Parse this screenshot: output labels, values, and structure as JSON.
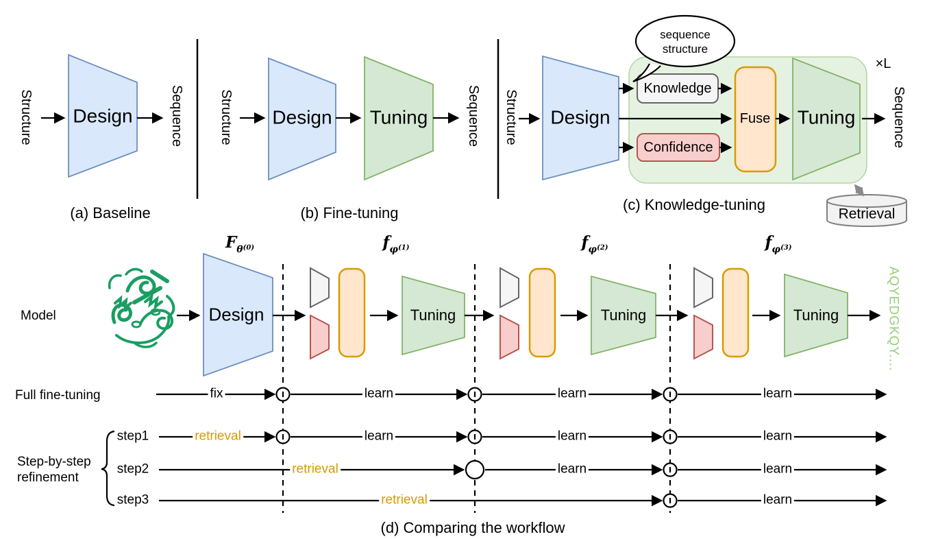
{
  "colors": {
    "design_block_fill": "#dae8fc",
    "design_block_stroke": "#6c8ebf",
    "tuning_block_fill": "#d5e8d4",
    "tuning_block_stroke": "#82b366",
    "knowledge_module_fill": "#e6f2e1",
    "knowledge_module_stroke": "#b0d69f",
    "knowledge_box_fill": "#f5f5f5",
    "knowledge_box_stroke": "#666666",
    "confidence_box_fill": "#f8cecc",
    "confidence_box_stroke": "#b85450",
    "fuse_box_fill": "#ffe6cc",
    "fuse_box_stroke": "#d79b00",
    "retrieval_label_text": "#d79b00",
    "sequence_output_text": "#97d077",
    "protein_ribbon": "#1a9e62",
    "line": "#000000"
  },
  "panel_a": {
    "caption": "(a) Baseline",
    "input_label": "Structure",
    "design_label": "Design",
    "output_label": "Sequence"
  },
  "panel_b": {
    "caption": "(b) Fine-tuning",
    "input_label": "Structure",
    "design_label": "Design",
    "tuning_label": "Tuning",
    "output_label": "Sequence"
  },
  "panel_c": {
    "caption": "(c) Knowledge-tuning",
    "input_label": "Structure",
    "design_label": "Design",
    "bubble_line1": "sequence",
    "bubble_line2": "structure",
    "knowledge_label": "Knowledge",
    "confidence_label": "Confidence",
    "fuse_label": "Fuse",
    "tuning_label": "Tuning",
    "repeat_label": "×L",
    "output_label": "Sequence",
    "retrieval_label": "Retrieval"
  },
  "panel_d": {
    "caption": "(d) Comparing the workflow",
    "model_row_label": "Model",
    "design_label": "Design",
    "tuning_labels": [
      "Tuning",
      "Tuning",
      "Tuning"
    ],
    "output_sequence": "AQYEDGKQY....",
    "params": [
      {
        "base": "F",
        "sub": "θ",
        "sup": "(0)"
      },
      {
        "base": "f",
        "sub": "φ",
        "sup": "(1)"
      },
      {
        "base": "f",
        "sub": "φ",
        "sup": "(2)"
      },
      {
        "base": "f",
        "sub": "φ",
        "sup": "(3)"
      }
    ],
    "timeline": {
      "full": {
        "label": "Full fine-tuning",
        "seg0": "fix",
        "seg1": "learn",
        "seg2": "learn",
        "seg3": "learn"
      },
      "group_line1": "Step-by-step",
      "group_line2": "refinement",
      "step1": {
        "label": "step1",
        "seg0": "retrieval",
        "seg1": "learn",
        "seg2": "learn",
        "seg3": "learn"
      },
      "step2": {
        "label": "step2",
        "seg0": "retrieval",
        "seg1": "learn",
        "seg2": "learn"
      },
      "step3": {
        "label": "step3",
        "seg0": "retrieval",
        "seg1": "learn"
      }
    }
  }
}
